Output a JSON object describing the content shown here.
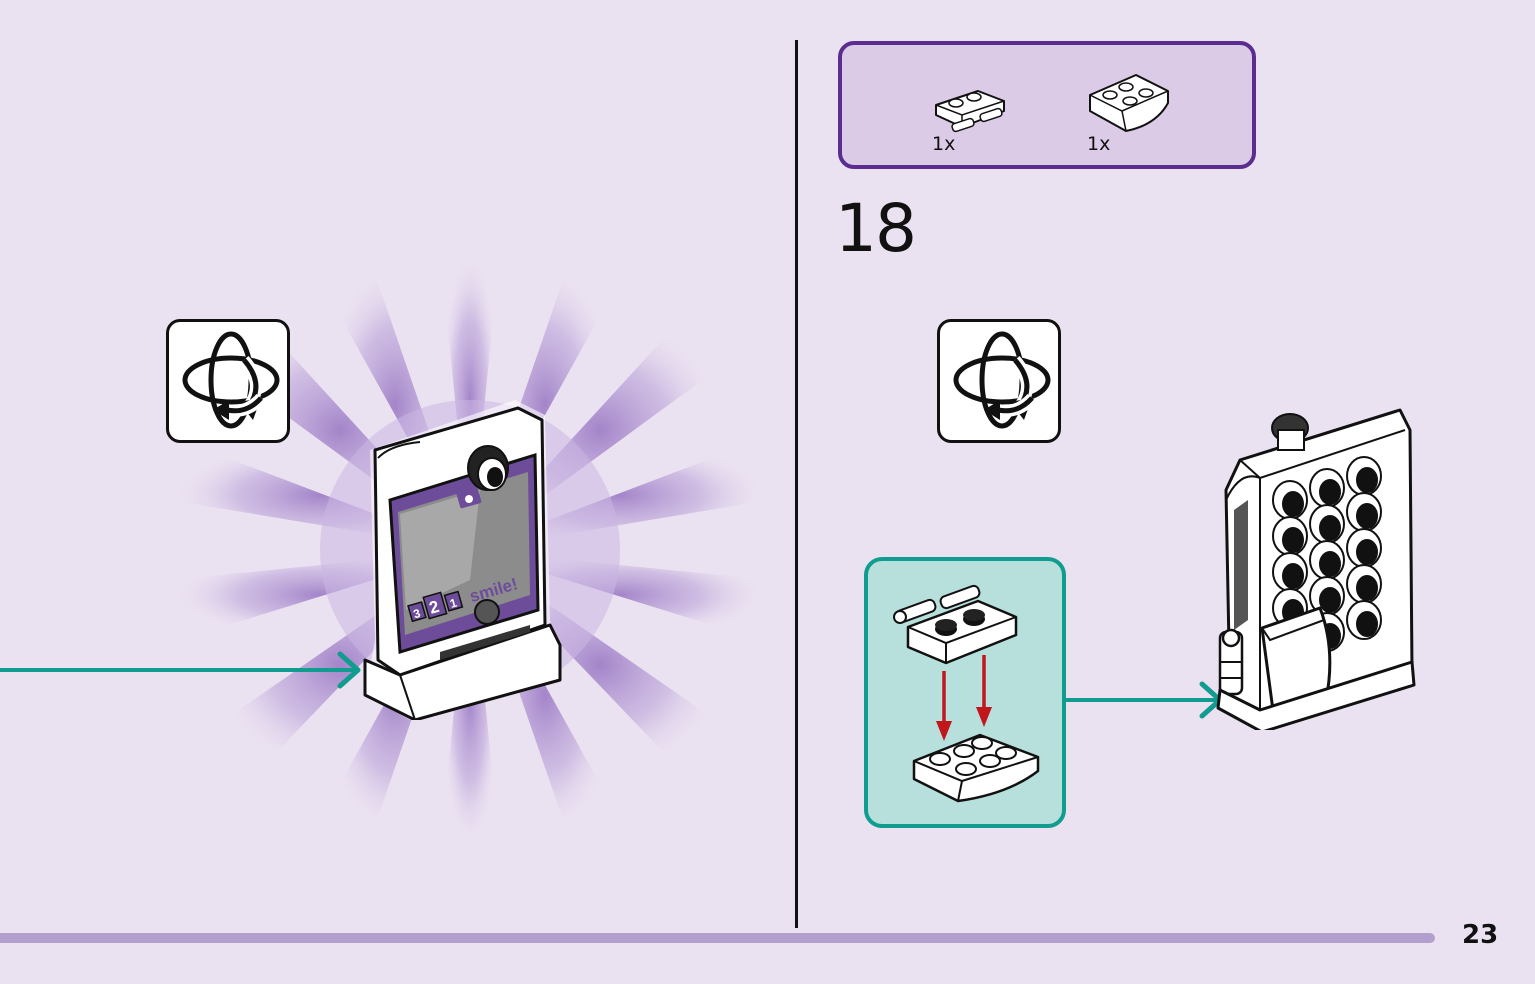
{
  "parts_list": [
    {
      "quantity": "1x",
      "part_icon": "plate-1x2-with-clips-icon"
    },
    {
      "quantity": "1x",
      "part_icon": "inverted-slope-plate-icon"
    }
  ],
  "step": {
    "number": "18"
  },
  "page": {
    "number": "23"
  },
  "screen": {
    "countdown": [
      "3",
      "2",
      "1"
    ],
    "caption": "smile!",
    "camera_icon": "camera-icon"
  },
  "colors": {
    "background": "#ebe2f1",
    "parts_border": "#5b2d8e",
    "arrow": "#109c8e",
    "callout_bg": "#b7e0dc",
    "insert_arrow": "#c0161c",
    "footer_bar": "#b39fcd"
  }
}
